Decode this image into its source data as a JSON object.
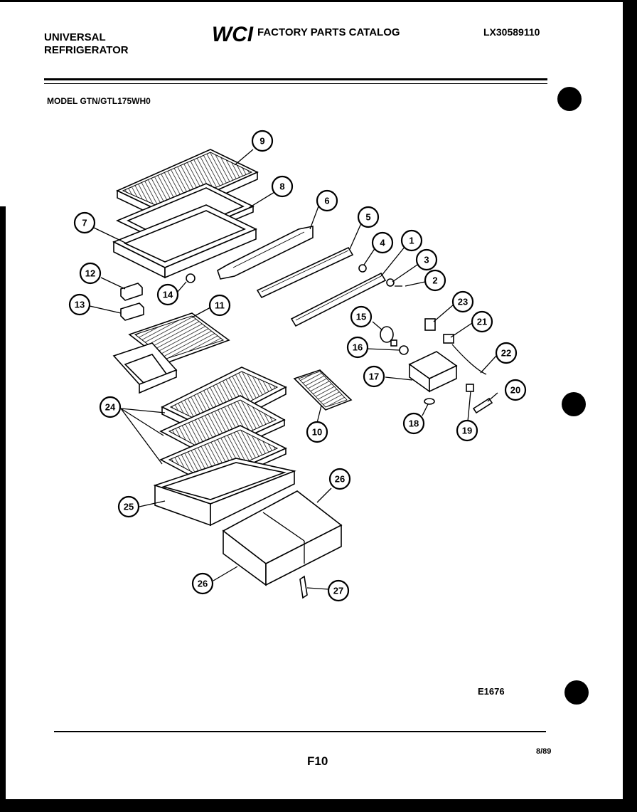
{
  "header": {
    "brand_line1": "UNIVERSAL",
    "brand_line2": "REFRIGERATOR",
    "logo": "WCI",
    "catalog_title": "FACTORY PARTS CATALOG",
    "doc_number": "LX30589110"
  },
  "model": "MODEL GTN/GTL175WH0",
  "callouts": [
    "9",
    "8",
    "6",
    "7",
    "5",
    "4",
    "1",
    "3",
    "2",
    "12",
    "14",
    "13",
    "11",
    "23",
    "15",
    "21",
    "16",
    "22",
    "17",
    "20",
    "24",
    "10",
    "18",
    "19",
    "26",
    "25",
    "26",
    "27"
  ],
  "footer": {
    "drawing_code": "E1676",
    "page": "F10",
    "date": "8/89"
  }
}
